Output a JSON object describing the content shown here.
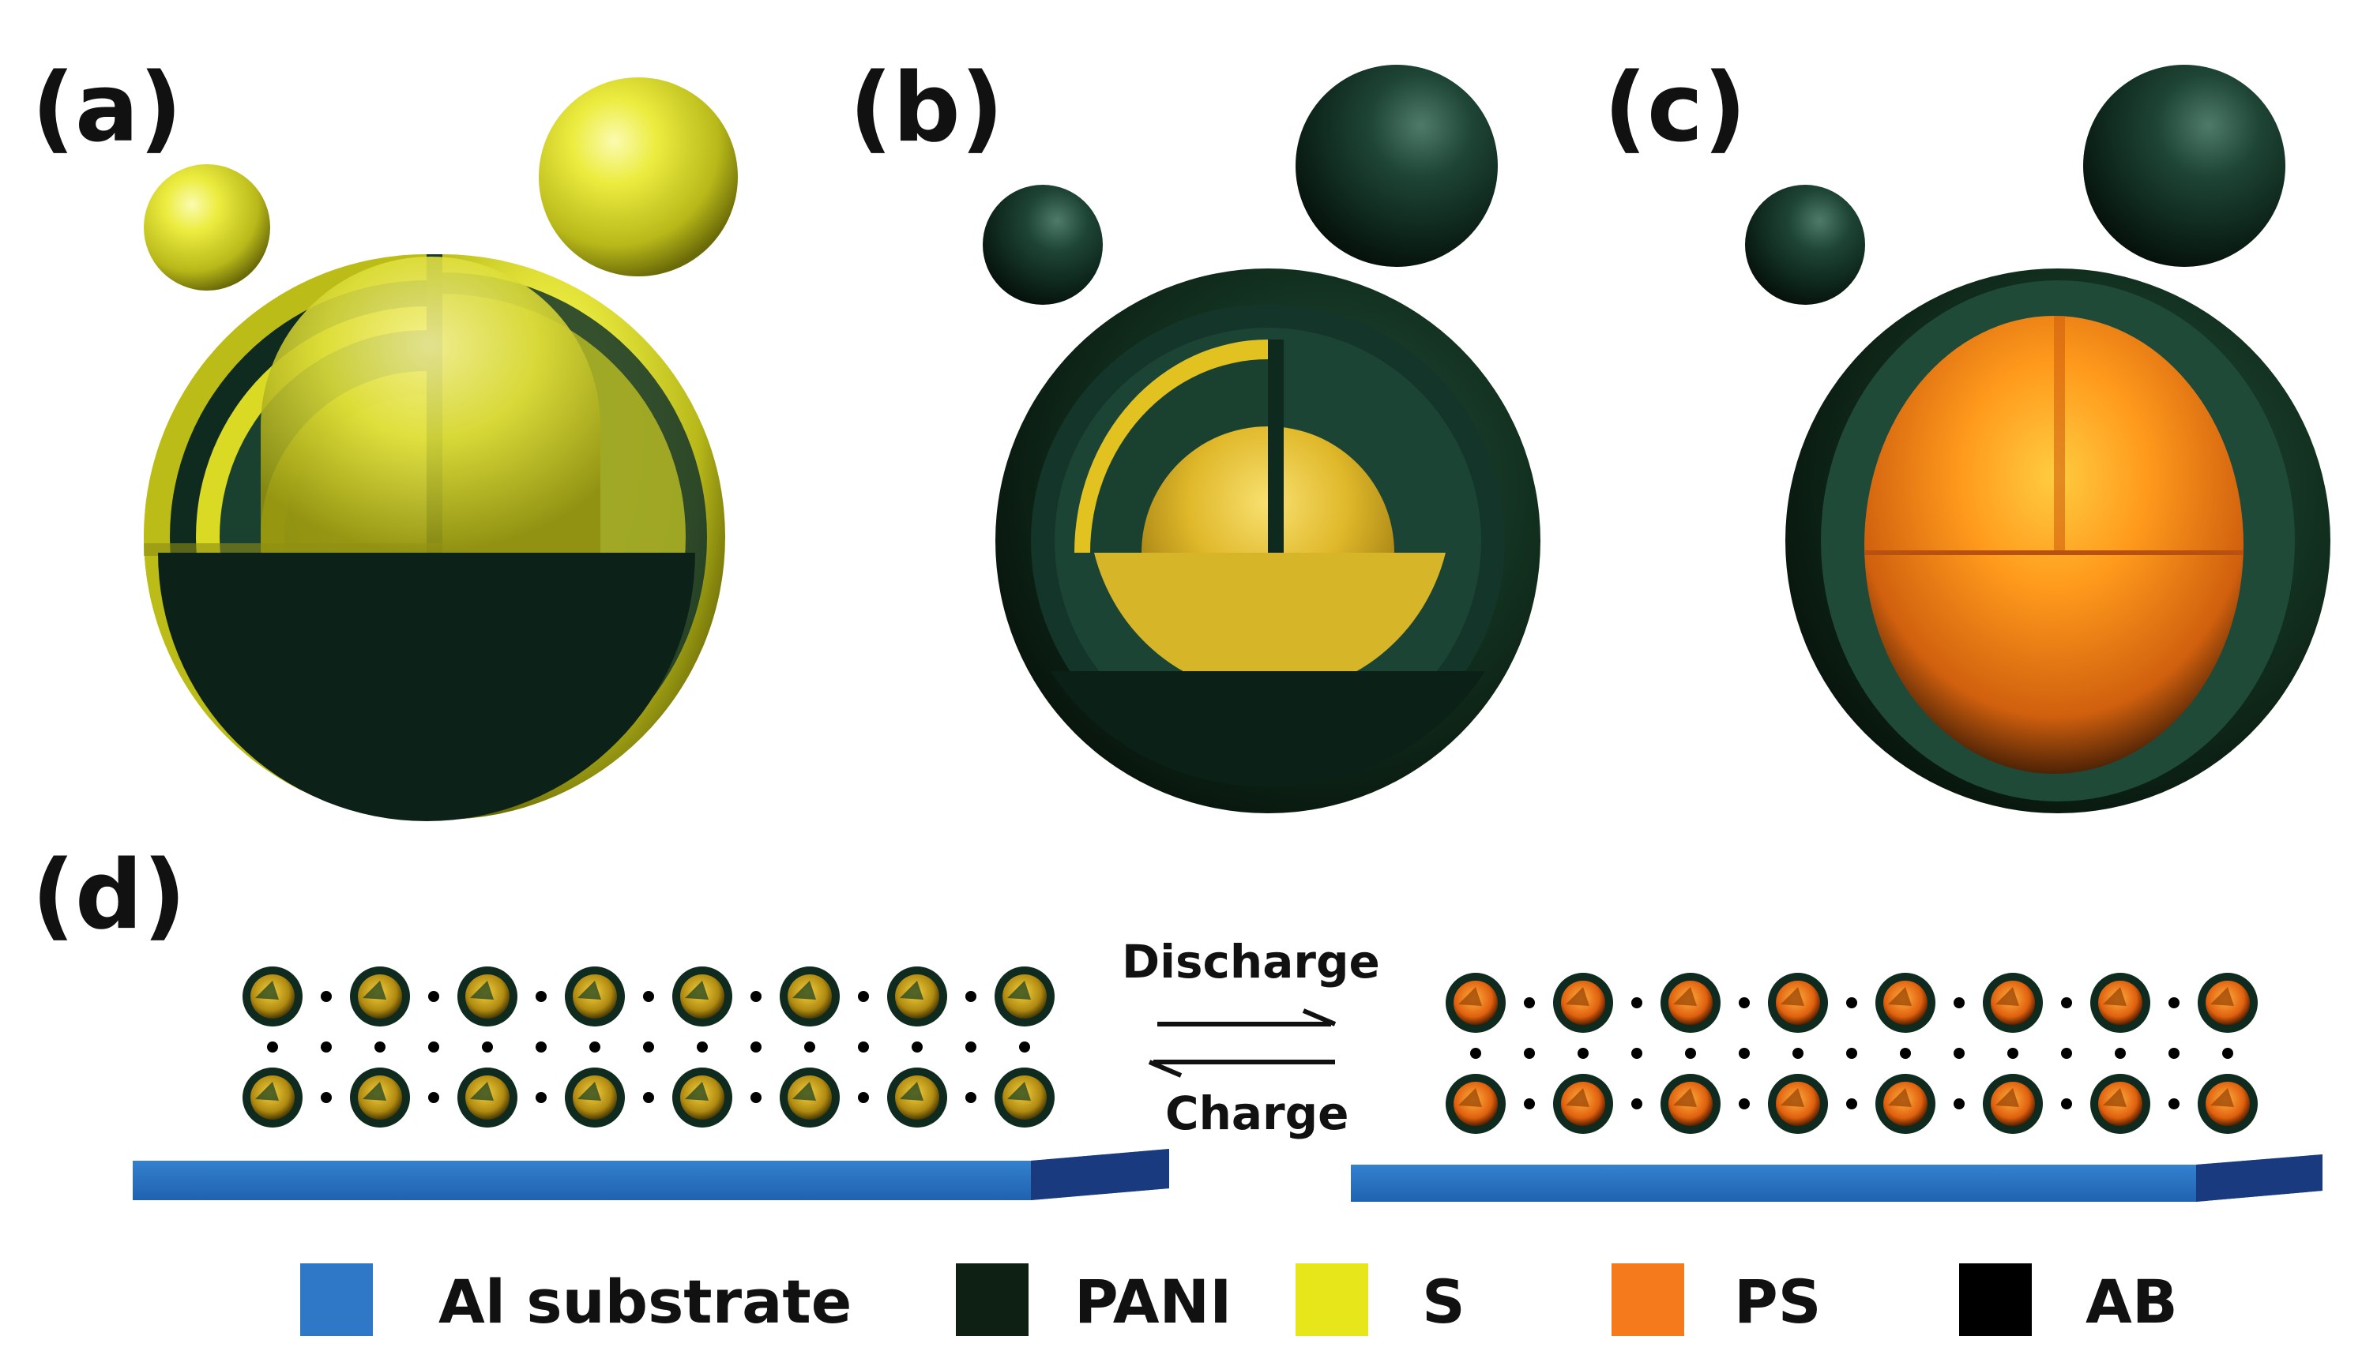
{
  "panels": {
    "a": "(a)",
    "b": "(b)",
    "c": "(c)",
    "d": "(d)"
  },
  "arrows": {
    "forward": "Discharge",
    "reverse": "Charge"
  },
  "legend": [
    {
      "label": "Al substrate",
      "color": "#2f78c8"
    },
    {
      "label": "PANI",
      "color": "#0e1f14"
    },
    {
      "label": "S",
      "color": "#e6e61a"
    },
    {
      "label": "PS",
      "color": "#f47a1c"
    },
    {
      "label": "AB",
      "color": "#000000"
    }
  ],
  "colors": {
    "sulfur": "#e2e21c",
    "pani": "#14352a",
    "polysulfide": "#f07a18",
    "substrate": "#2f7cc8",
    "substrate_dark": "#1a3a80"
  }
}
